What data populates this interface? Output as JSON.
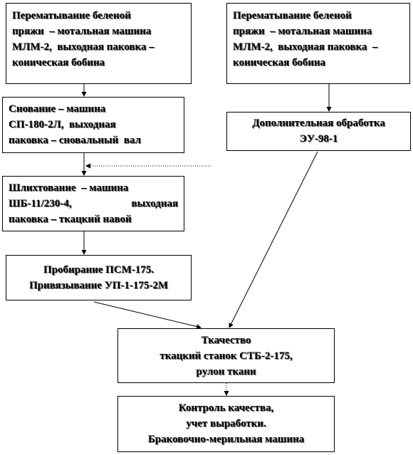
{
  "boxes": {
    "rewind_left": {
      "lines": [
        "Перематывание беленой",
        "пряжи  – мотальная машина",
        "МЛМ-2,  выходная паковка –",
        "коническая бобина"
      ]
    },
    "rewind_right": {
      "lines": [
        "Перематывание беленой",
        "пряжи  – мотальная машина",
        "МЛМ-2,  выходная паковка  –",
        "коническая бобина"
      ]
    },
    "warping": {
      "lines": [
        "Снование – машина",
        "СП-180-2Л,  выходная",
        "паковка – сновальный  вал"
      ]
    },
    "extra_treatment": {
      "lines": [
        "Дополнительная обработка",
        "ЭУ-98-1"
      ]
    },
    "sizing": {
      "lines": [
        "Шлихтование  – машина",
        "ШБ-11/230-4,",
        "выходная",
        "паковка – ткацкий навой"
      ]
    },
    "drawing_in": {
      "lines": [
        "Пробирание ПСМ-175.",
        "Привязывание УП-1-175-2М"
      ]
    },
    "weaving": {
      "lines": [
        "Ткачество",
        "ткацкий станок СТБ-2-175,",
        "рулон ткани"
      ]
    },
    "quality": {
      "lines": [
        "Контроль качества,",
        "учет выработки.",
        "Браковочно-мерильная машина"
      ]
    }
  }
}
